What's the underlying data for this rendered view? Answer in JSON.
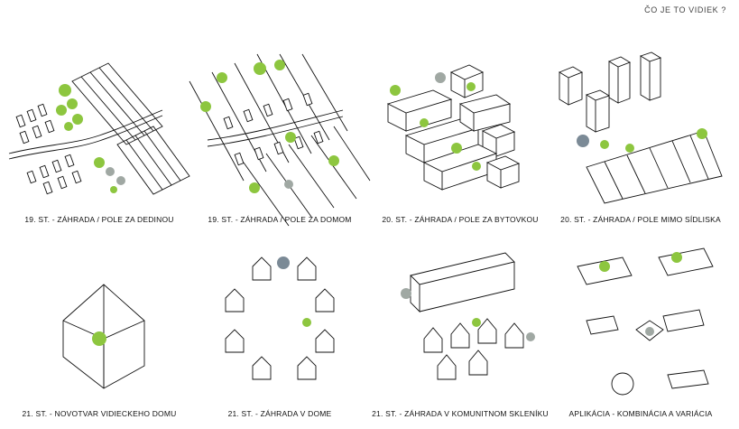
{
  "header": {
    "title": "ČO JE TO VIDIEK ?"
  },
  "colors": {
    "tree_green": "#8dc63f",
    "tree_grey": "#a0a8a3",
    "tree_slate": "#7b8a96",
    "line": "#111111"
  },
  "panels": [
    {
      "caption": "19. ST. - ZÁHRADA / POLE ZA DEDINOU"
    },
    {
      "caption": "19. ST. - ZÁHRADA / POLE ZA DOMOM"
    },
    {
      "caption": "20. ST. - ZÁHRADA / POLE ZA BYTOVKOU"
    },
    {
      "caption": "20. ST. - ZÁHRADA / POLE MIMO SÍDLISKA"
    },
    {
      "caption": "21. ST. - NOVOTVAR VIDIECKEHO DOMU"
    },
    {
      "caption": "21. ST. - ZÁHRADA V DOME"
    },
    {
      "caption": "21. ST. - ZÁHRADA V KOMUNITNOM SKLENÍKU"
    },
    {
      "caption": "APLIKÁCIA - KOMBINÁCIA A VARIÁCIA"
    }
  ]
}
